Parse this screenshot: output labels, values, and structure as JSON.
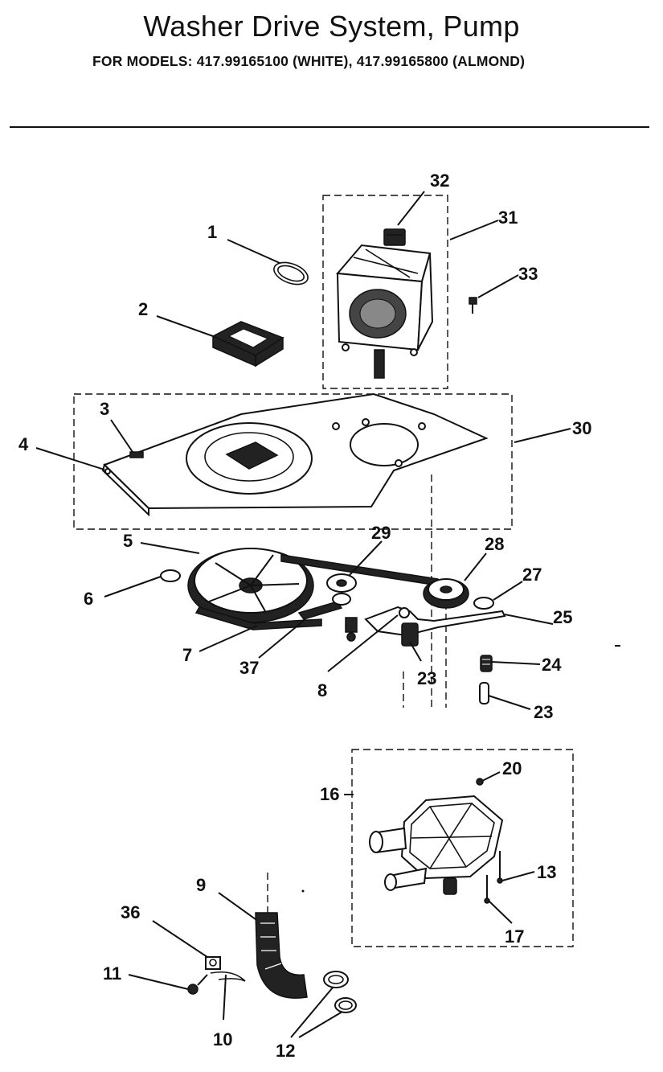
{
  "header": {
    "title": "Washer Drive System, Pump",
    "subtitle": "FOR MODELS:  417.99165100  (WHITE), 417.99165800 (ALMOND)"
  },
  "callouts": [
    {
      "id": "c32",
      "label": "32"
    },
    {
      "id": "c31",
      "label": "31"
    },
    {
      "id": "c1",
      "label": "1"
    },
    {
      "id": "c33",
      "label": "33"
    },
    {
      "id": "c2",
      "label": "2"
    },
    {
      "id": "c3",
      "label": "3"
    },
    {
      "id": "c30",
      "label": "30"
    },
    {
      "id": "c4",
      "label": "4"
    },
    {
      "id": "c5",
      "label": "5"
    },
    {
      "id": "c29",
      "label": "29"
    },
    {
      "id": "c28",
      "label": "28"
    },
    {
      "id": "c27",
      "label": "27"
    },
    {
      "id": "c6",
      "label": "6"
    },
    {
      "id": "c25",
      "label": "25"
    },
    {
      "id": "c7",
      "label": "7"
    },
    {
      "id": "c37",
      "label": "37"
    },
    {
      "id": "c23a",
      "label": "23"
    },
    {
      "id": "c24",
      "label": "24"
    },
    {
      "id": "c8",
      "label": "8"
    },
    {
      "id": "c23b",
      "label": "23"
    },
    {
      "id": "c20",
      "label": "20"
    },
    {
      "id": "c16",
      "label": "16"
    },
    {
      "id": "c13",
      "label": "13"
    },
    {
      "id": "c9",
      "label": "9"
    },
    {
      "id": "c17",
      "label": "17"
    },
    {
      "id": "c36",
      "label": "36"
    },
    {
      "id": "c11",
      "label": "11"
    },
    {
      "id": "c10",
      "label": "10"
    },
    {
      "id": "c12",
      "label": "12"
    }
  ]
}
